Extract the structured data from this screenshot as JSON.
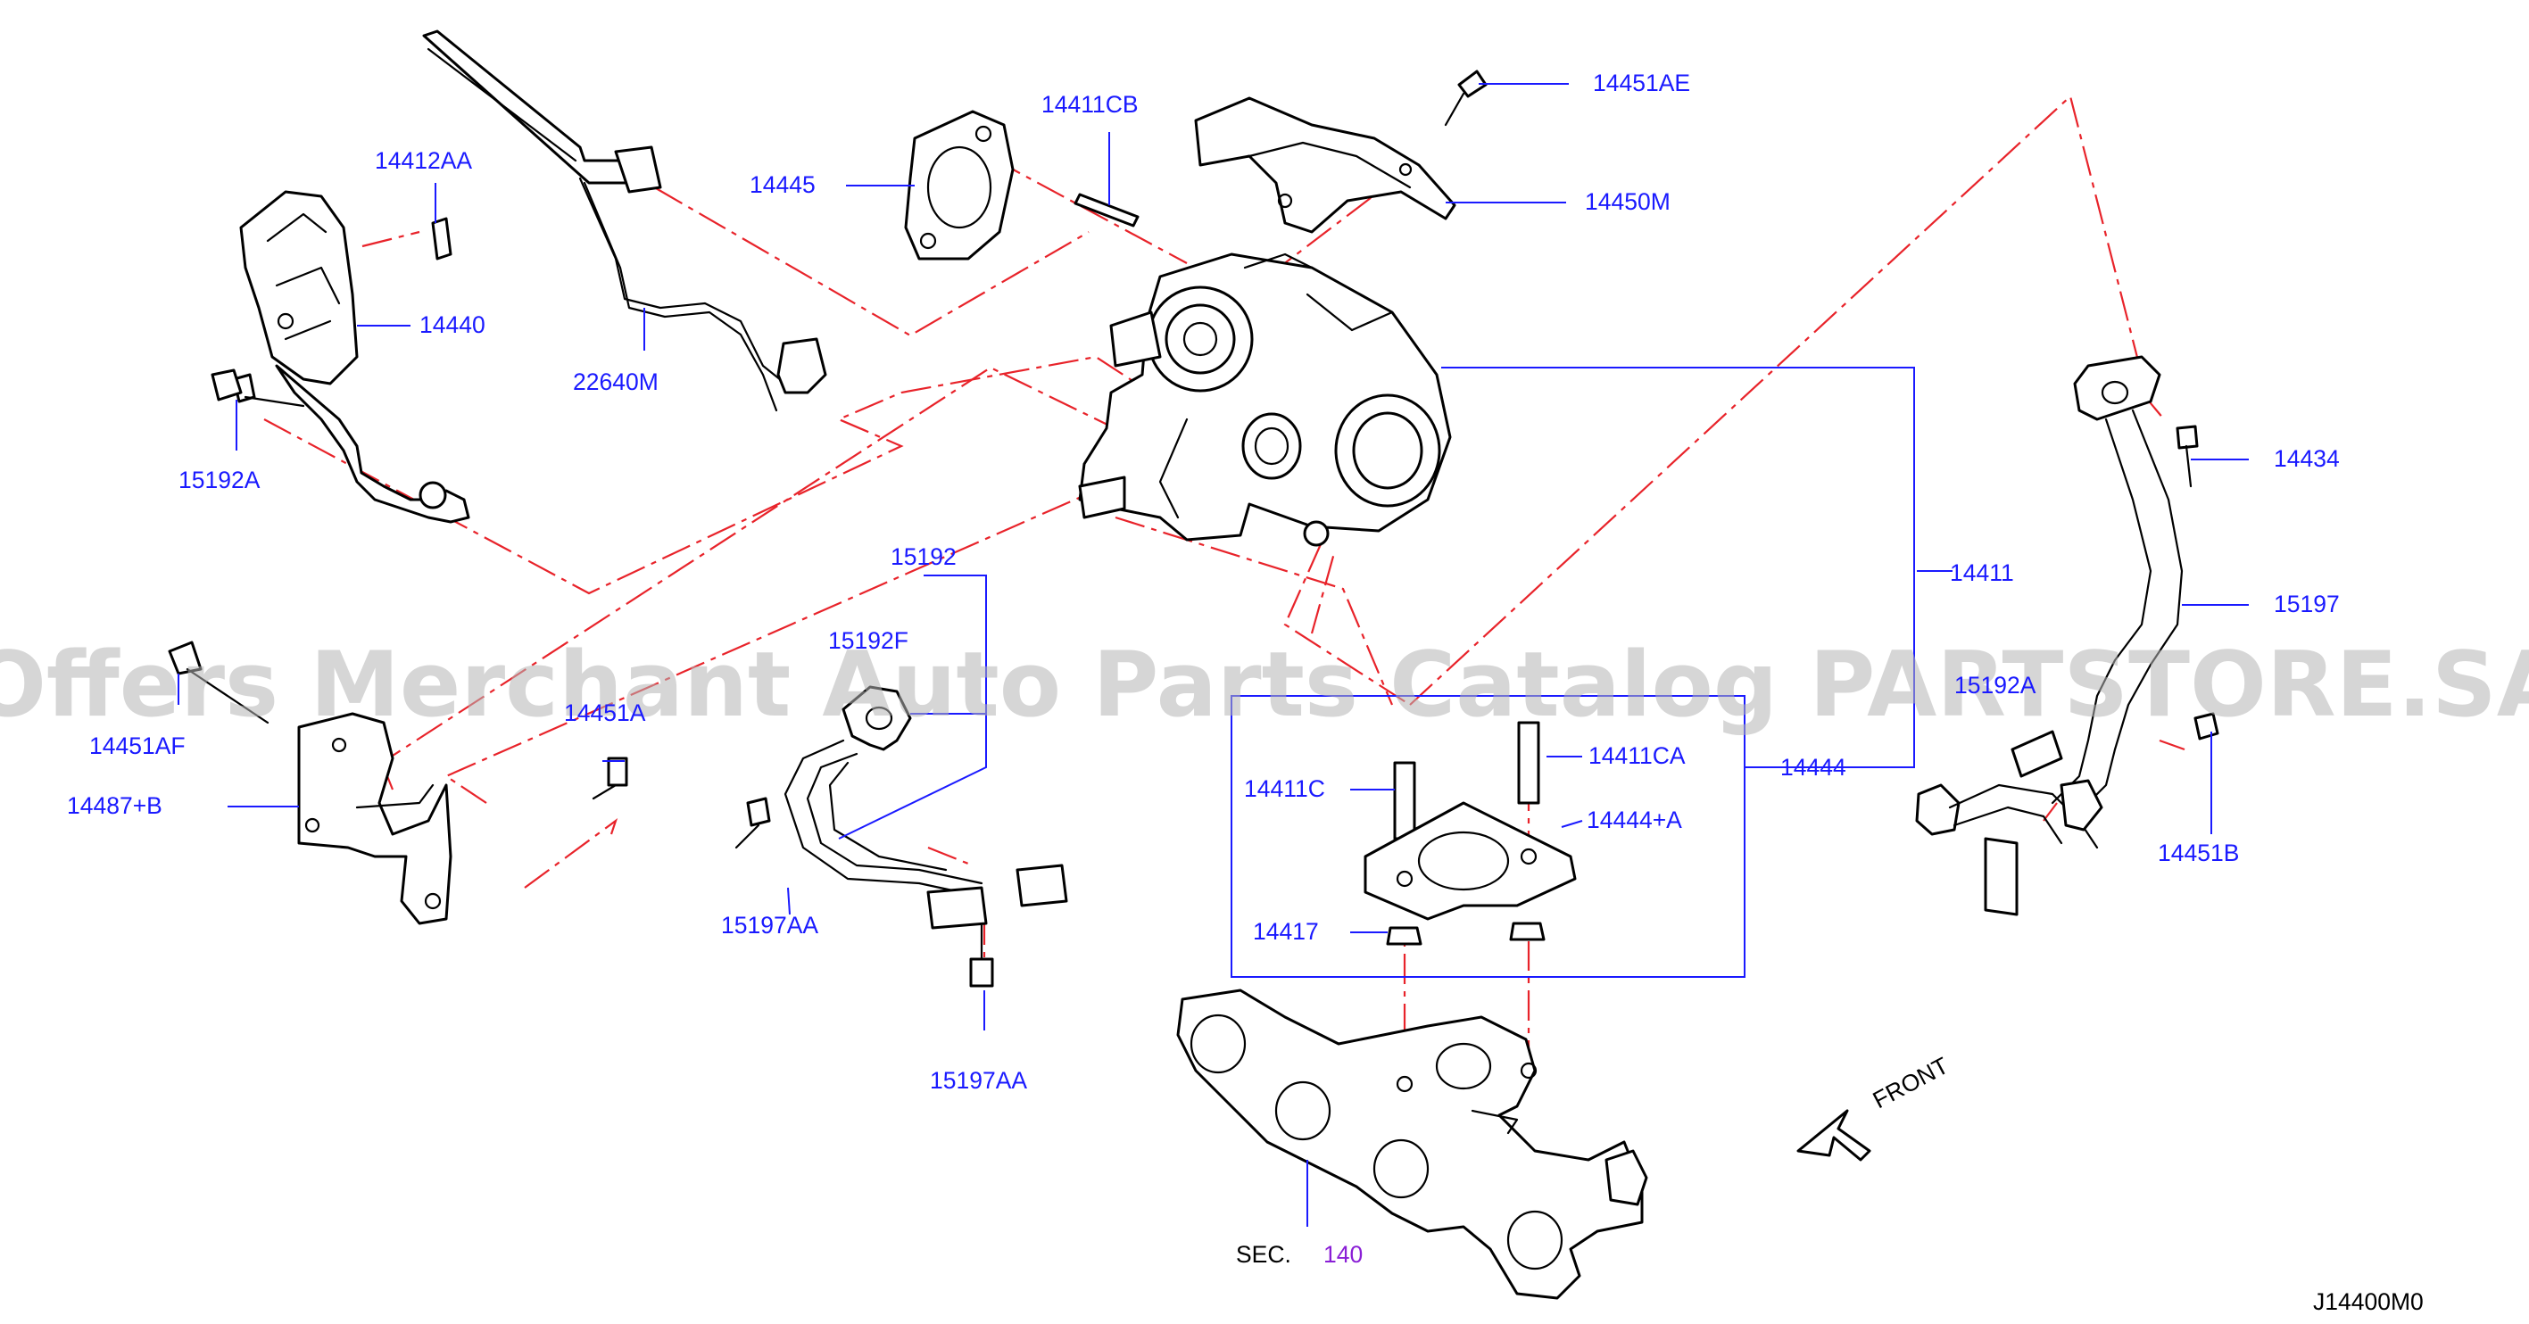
{
  "labels": {
    "p14451AE": "14451AE",
    "p14411CB": "14411CB",
    "p14445": "14445",
    "p14450M": "14450M",
    "p14412AA": "14412AA",
    "p14440": "14440",
    "p22640M": "22640M",
    "p15192A": "15192A",
    "p15192": "15192",
    "p15192F": "15192F",
    "p14411": "14411",
    "p14434": "14434",
    "p15197": "15197",
    "p14451AF": "14451AF",
    "p14451A": "14451A",
    "p14487B": "14487+B",
    "p15197AA_1": "15197AA",
    "p15197AA_2": "15197AA",
    "p14411C": "14411C",
    "p14411CA": "14411CA",
    "p14444": "14444",
    "p14444A": "14444+A",
    "p14417": "14417",
    "p15192A_right": "15192A",
    "p14451B": "14451B"
  },
  "front_label": "FRONT",
  "section": {
    "prefix": "SEC.",
    "number": "140"
  },
  "diagram_code": "J14400M0",
  "watermark": "Offers Merchant Auto Parts Catalog PARTSTORE.SA",
  "colors": {
    "label": "#1a1aff",
    "phantom_line": "#e8232a",
    "section_link": "#8a1fd6",
    "watermark": "#b4b4b4"
  }
}
